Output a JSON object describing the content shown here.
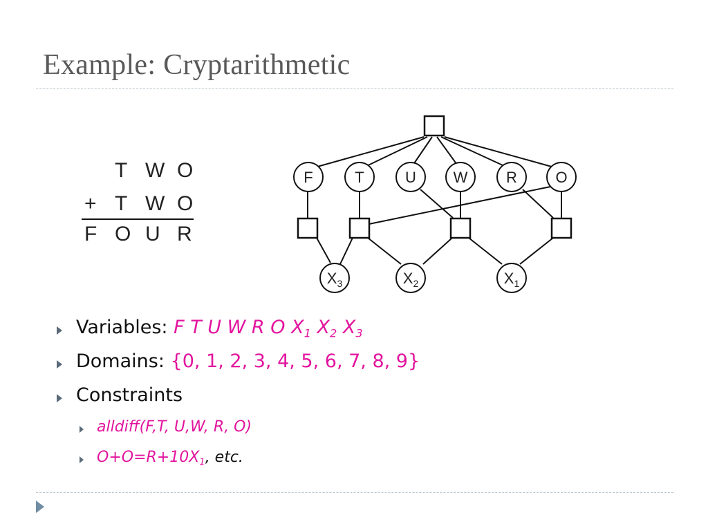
{
  "title": "Example: Cryptarithmetic",
  "puzzle": {
    "row1": [
      "T",
      "W",
      "O"
    ],
    "operator": "+",
    "row2": [
      "T",
      "W",
      "O"
    ],
    "result": [
      "F",
      "O",
      "U",
      "R"
    ]
  },
  "graph": {
    "variables": [
      "F",
      "T",
      "U",
      "W",
      "R",
      "O"
    ],
    "carries": [
      "X3",
      "X2",
      "X1"
    ]
  },
  "bullets": {
    "variables_label": "Variables:",
    "variables_letters": "F T U W R O",
    "x1_base": "X",
    "x1_sub": "1",
    "x2_base": "X",
    "x2_sub": "2",
    "x3_base": "X",
    "x3_sub": "3",
    "domains_label": "Domains:",
    "domains_value": "{0, 1, 2, 3, 4, 5, 6, 7, 8, 9}",
    "constraints_label": "Constraints",
    "alldiff": "alldiff(F,T, U,W, R, O)",
    "eq_main": "O+O=R+10X",
    "eq_sub": "1",
    "eq_tail": ", etc."
  },
  "colors": {
    "highlight": "#e2159e",
    "title": "#595959",
    "bullet": "#5a6a78"
  }
}
